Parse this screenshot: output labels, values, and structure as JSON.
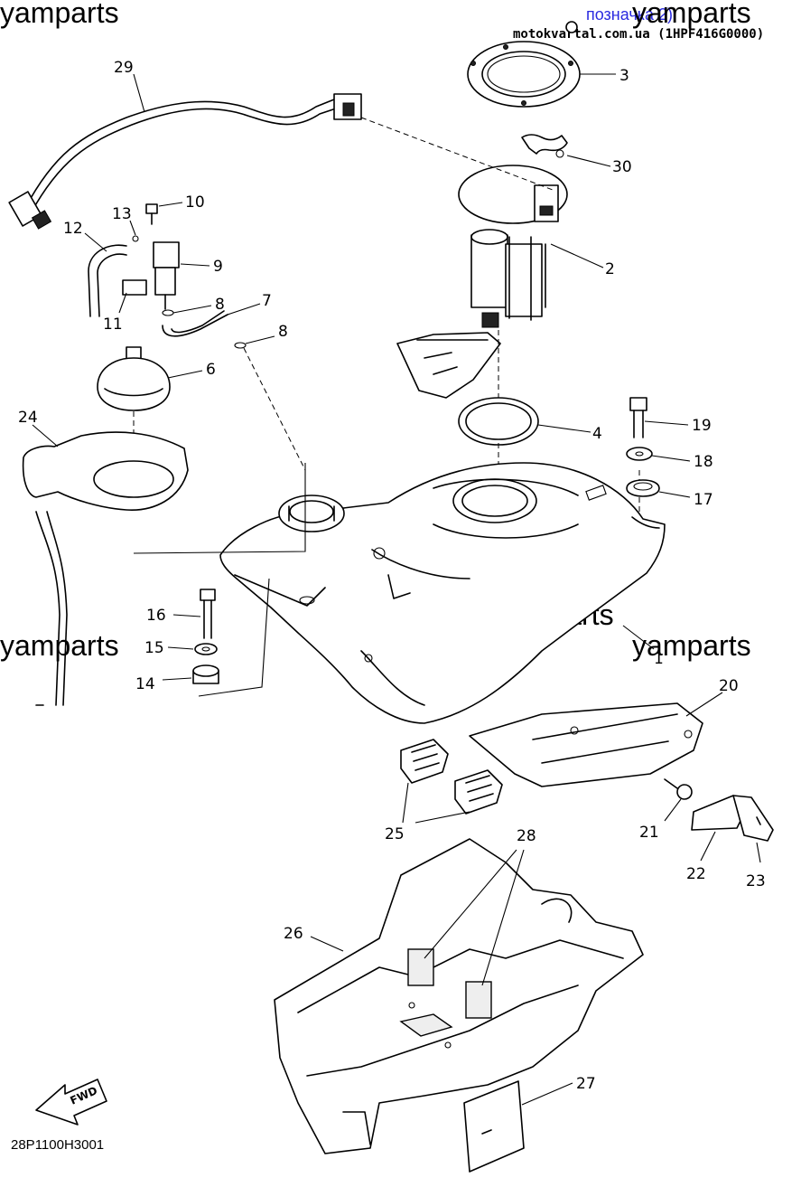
{
  "header": {
    "link_text": "позначка 2)",
    "source_text": "motokvartal.com.ua (1HPF416G0000)"
  },
  "watermarks": [
    "yamparts",
    "yamparts",
    "yamparts",
    "yamparts",
    "yamparts"
  ],
  "diagram_code": "28P1100H3001",
  "fwd_label": "FWD",
  "callouts": {
    "c1": "1",
    "c2": "2",
    "c3": "3",
    "c4": "4",
    "c6": "6",
    "c7": "7",
    "c8a": "8",
    "c8b": "8",
    "c9": "9",
    "c10": "10",
    "c11": "11",
    "c12": "12",
    "c13": "13",
    "c14": "14",
    "c15": "15",
    "c16": "16",
    "c17": "17",
    "c18": "18",
    "c19": "19",
    "c20": "20",
    "c21": "21",
    "c22": "22",
    "c23": "23",
    "c24": "24",
    "c25": "25",
    "c26": "26",
    "c27": "27",
    "c28": "28",
    "c29": "29",
    "c30": "30"
  }
}
